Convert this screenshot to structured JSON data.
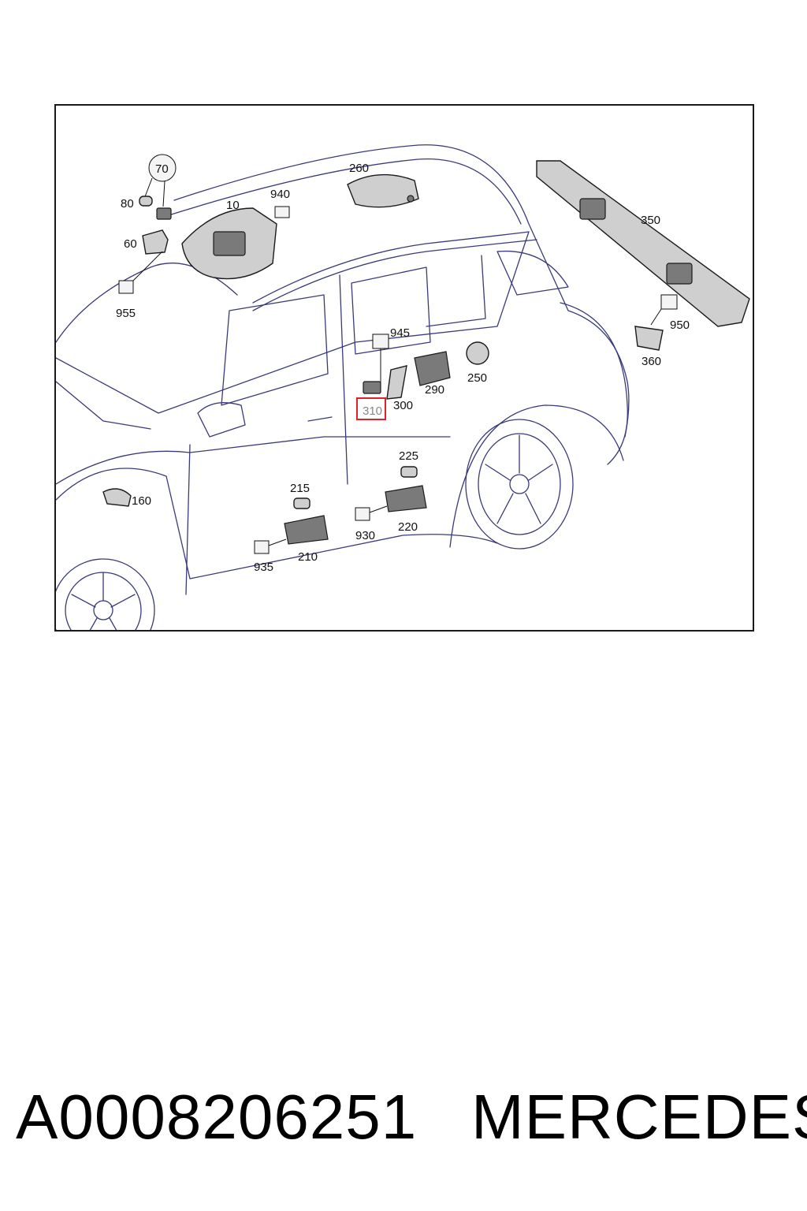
{
  "diagram": {
    "callouts": [
      "70",
      "80",
      "10",
      "940",
      "260",
      "60",
      "955",
      "350",
      "945",
      "310",
      "300",
      "290",
      "250",
      "950",
      "360",
      "160",
      "225",
      "215",
      "930",
      "220",
      "935",
      "210"
    ],
    "highlighted": "310",
    "colors": {
      "highlight": "#e0202a",
      "line": "#3a3a7a"
    }
  },
  "footer": {
    "part_number": "A0008206251",
    "brand": "MERCEDES"
  }
}
